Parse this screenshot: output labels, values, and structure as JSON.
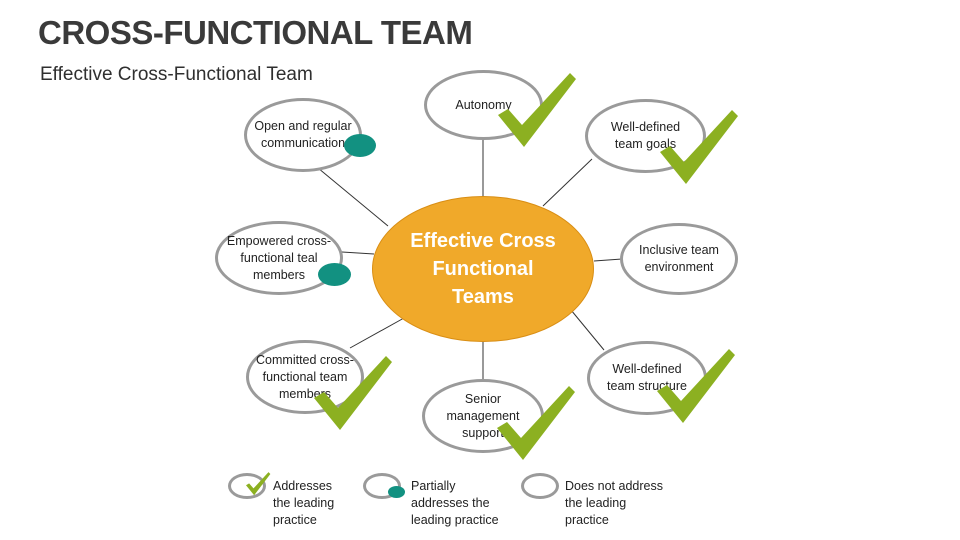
{
  "title": "CROSS-FUNCTIONAL TEAM",
  "subtitle": "Effective Cross-Functional Team",
  "center": {
    "label": "Effective Cross Functional Teams"
  },
  "nodes": [
    {
      "label": "Autonomy",
      "status": "addresses"
    },
    {
      "label": "Well-defined team goals",
      "status": "addresses"
    },
    {
      "label": "Inclusive team environment",
      "status": "does-not-address"
    },
    {
      "label": "Well-defined team structure",
      "status": "addresses"
    },
    {
      "label": "Senior management support",
      "status": "addresses"
    },
    {
      "label": "Committed cross-functional team members",
      "status": "addresses"
    },
    {
      "label": "Empowered cross-functional teal members",
      "status": "partially"
    },
    {
      "label": "Open and regular communication",
      "status": "partially"
    }
  ],
  "legend": [
    {
      "label": "Addresses\nthe leading\npractice",
      "icon": "check-icon"
    },
    {
      "label": "Partially\naddresses the\nleading practice",
      "icon": "teal-dot-icon"
    },
    {
      "label": "Does not address\nthe leading\npractice",
      "icon": "empty-oval-icon"
    }
  ],
  "colors": {
    "center_fill": "#f0a92a",
    "check": "#8cb021",
    "partial_dot": "#129181",
    "node_border": "#9a9a9a",
    "title": "#3a3a3a"
  }
}
